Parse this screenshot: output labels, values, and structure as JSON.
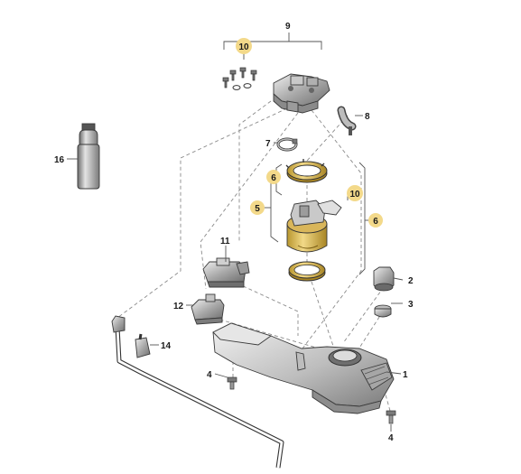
{
  "callouts": {
    "c1": "1",
    "c2": "2",
    "c3": "3",
    "c4a": "4",
    "c4b": "4",
    "c5": "5",
    "c6a": "6",
    "c6b": "6",
    "c7": "7",
    "c8": "8",
    "c9": "9",
    "c10a": "10",
    "c10b": "10",
    "c11": "11",
    "c12": "12",
    "c14": "14",
    "c16": "16"
  },
  "colors": {
    "highlight": "#f3d98a",
    "part_grey": "#9a9a9a",
    "part_light": "#cfcfcf",
    "pump_yellow": "#e8c65a"
  }
}
